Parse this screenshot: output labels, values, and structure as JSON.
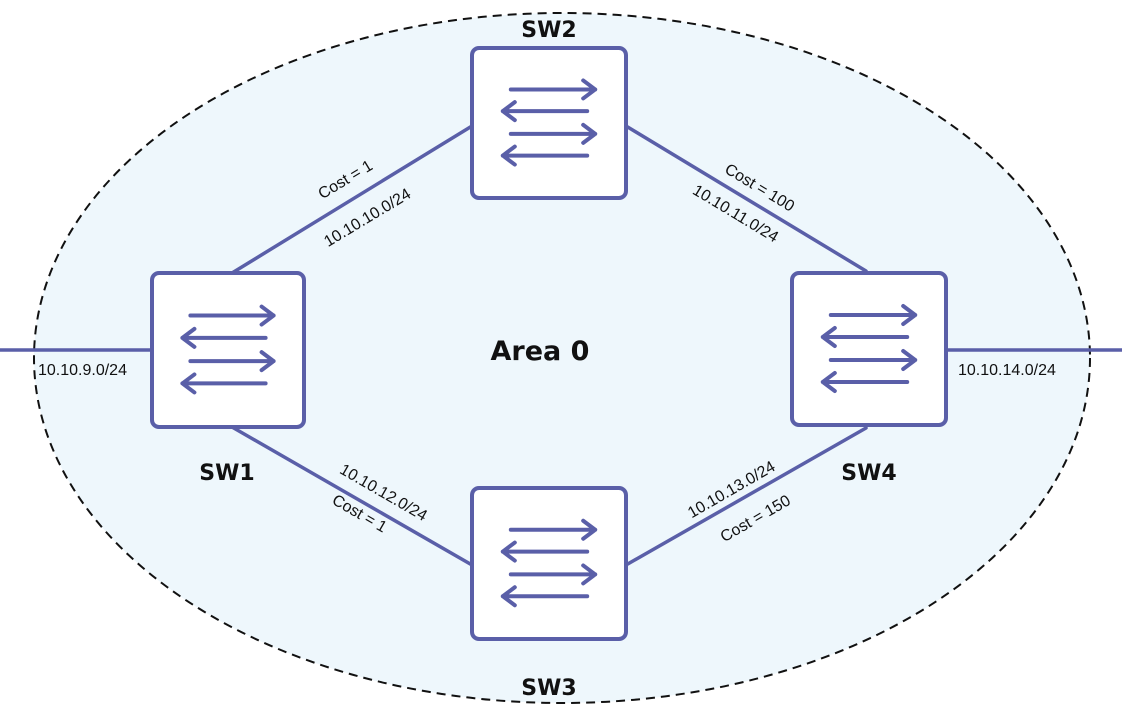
{
  "colors": {
    "link": "#5a5fa8",
    "area_fill": "#eef7fc",
    "area_border": "#111111"
  },
  "area": {
    "label": "Area 0"
  },
  "switches": [
    {
      "id": "sw1",
      "name": "SW1",
      "icon": "switch-arrows-icon"
    },
    {
      "id": "sw2",
      "name": "SW2",
      "icon": "switch-arrows-icon"
    },
    {
      "id": "sw3",
      "name": "SW3",
      "icon": "switch-arrows-icon"
    },
    {
      "id": "sw4",
      "name": "SW4",
      "icon": "switch-arrows-icon"
    }
  ],
  "links": [
    {
      "from": "SW1",
      "to": "SW2",
      "network": "10.10.10.0/24",
      "cost": "Cost = 1"
    },
    {
      "from": "SW2",
      "to": "SW4",
      "network": "10.10.11.0/24",
      "cost": "Cost = 100"
    },
    {
      "from": "SW1",
      "to": "SW3",
      "network": "10.10.12.0/24",
      "cost": "Cost = 1"
    },
    {
      "from": "SW3",
      "to": "SW4",
      "network": "10.10.13.0/24",
      "cost": "Cost = 150"
    }
  ],
  "stubs": [
    {
      "switch": "SW1",
      "network": "10.10.9.0/24"
    },
    {
      "switch": "SW4",
      "network": "10.10.14.0/24"
    }
  ]
}
